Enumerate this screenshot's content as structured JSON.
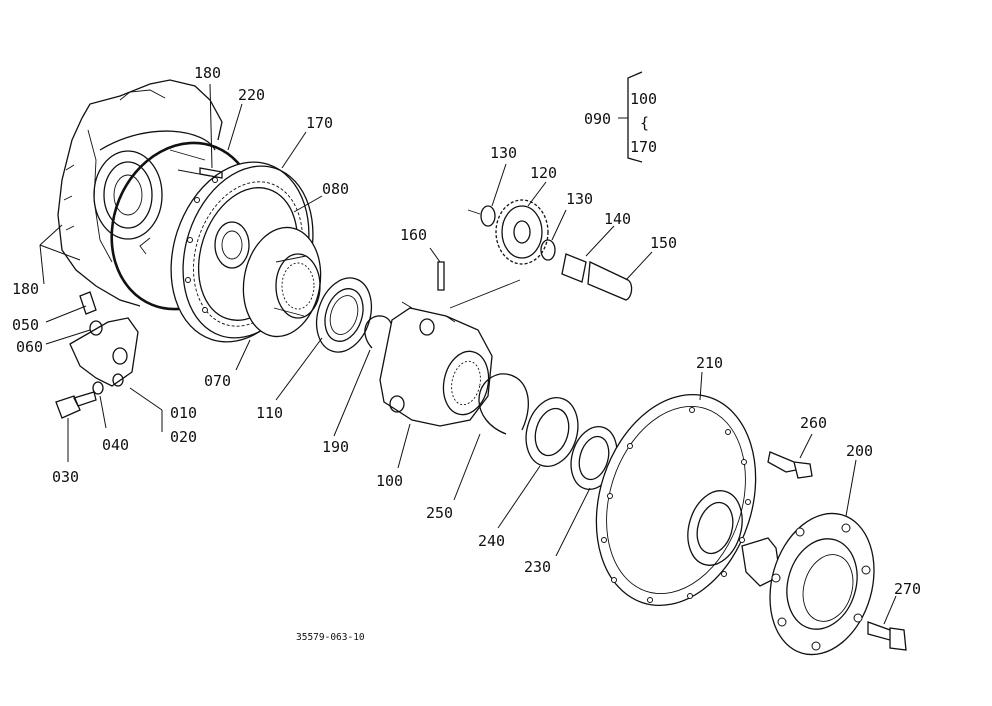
{
  "callouts": {
    "p180_top": "180",
    "p220": "220",
    "p170": "170",
    "p080": "080",
    "p180_left": "180",
    "p050": "050",
    "p060": "060",
    "p070": "070",
    "p110": "110",
    "p190": "190",
    "p100": "100",
    "p010": "010",
    "p020": "020",
    "p030": "030",
    "p040": "040",
    "p160": "160",
    "p130_a": "130",
    "p120": "120",
    "p130_b": "130",
    "p140": "140",
    "p150": "150",
    "p210": "210",
    "p260": "260",
    "p200": "200",
    "p270": "270",
    "p250": "250",
    "p240": "240",
    "p230": "230"
  },
  "assembly_note": {
    "parent": "090",
    "range_start": "100",
    "range_separator": "{",
    "range_end": "170"
  },
  "drawing_code": "35579-063-10"
}
